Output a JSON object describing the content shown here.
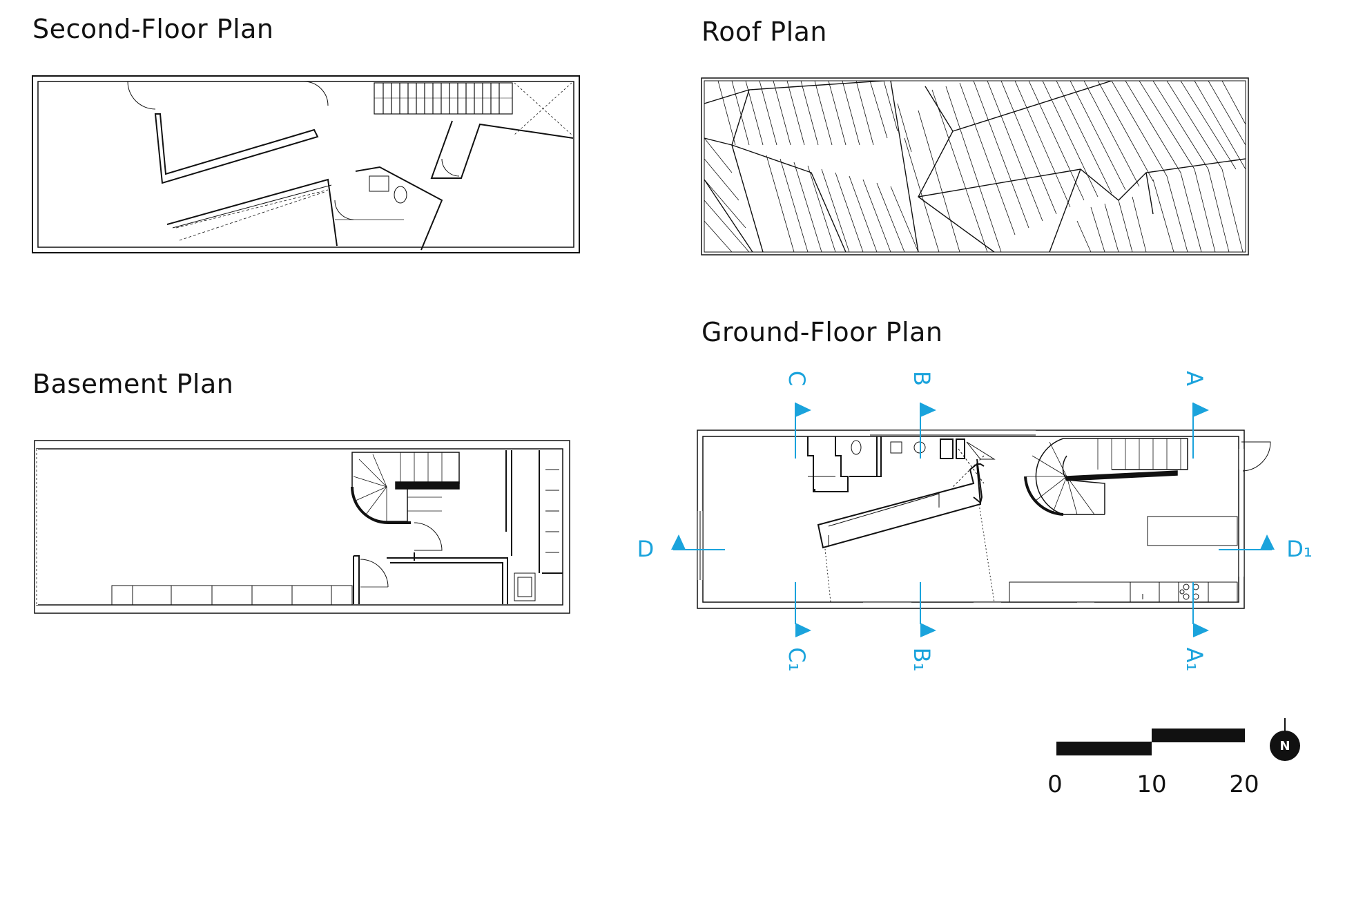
{
  "titles": {
    "second_floor": "Second-Floor Plan",
    "roof": "Roof Plan",
    "basement": "Basement Plan",
    "ground_floor": "Ground-Floor Plan"
  },
  "section_marks": {
    "a": "A",
    "a1": "A₁",
    "b": "B",
    "b1": "B₁",
    "c": "C",
    "c1": "C₁",
    "d": "D",
    "d1": "D₁"
  },
  "scale_bar": {
    "zero": "0",
    "ten": "10",
    "twenty": "20"
  },
  "north_arrow": {
    "label": "N"
  },
  "colors": {
    "section_lines": "#1aa3dc",
    "linework": "#111111"
  }
}
